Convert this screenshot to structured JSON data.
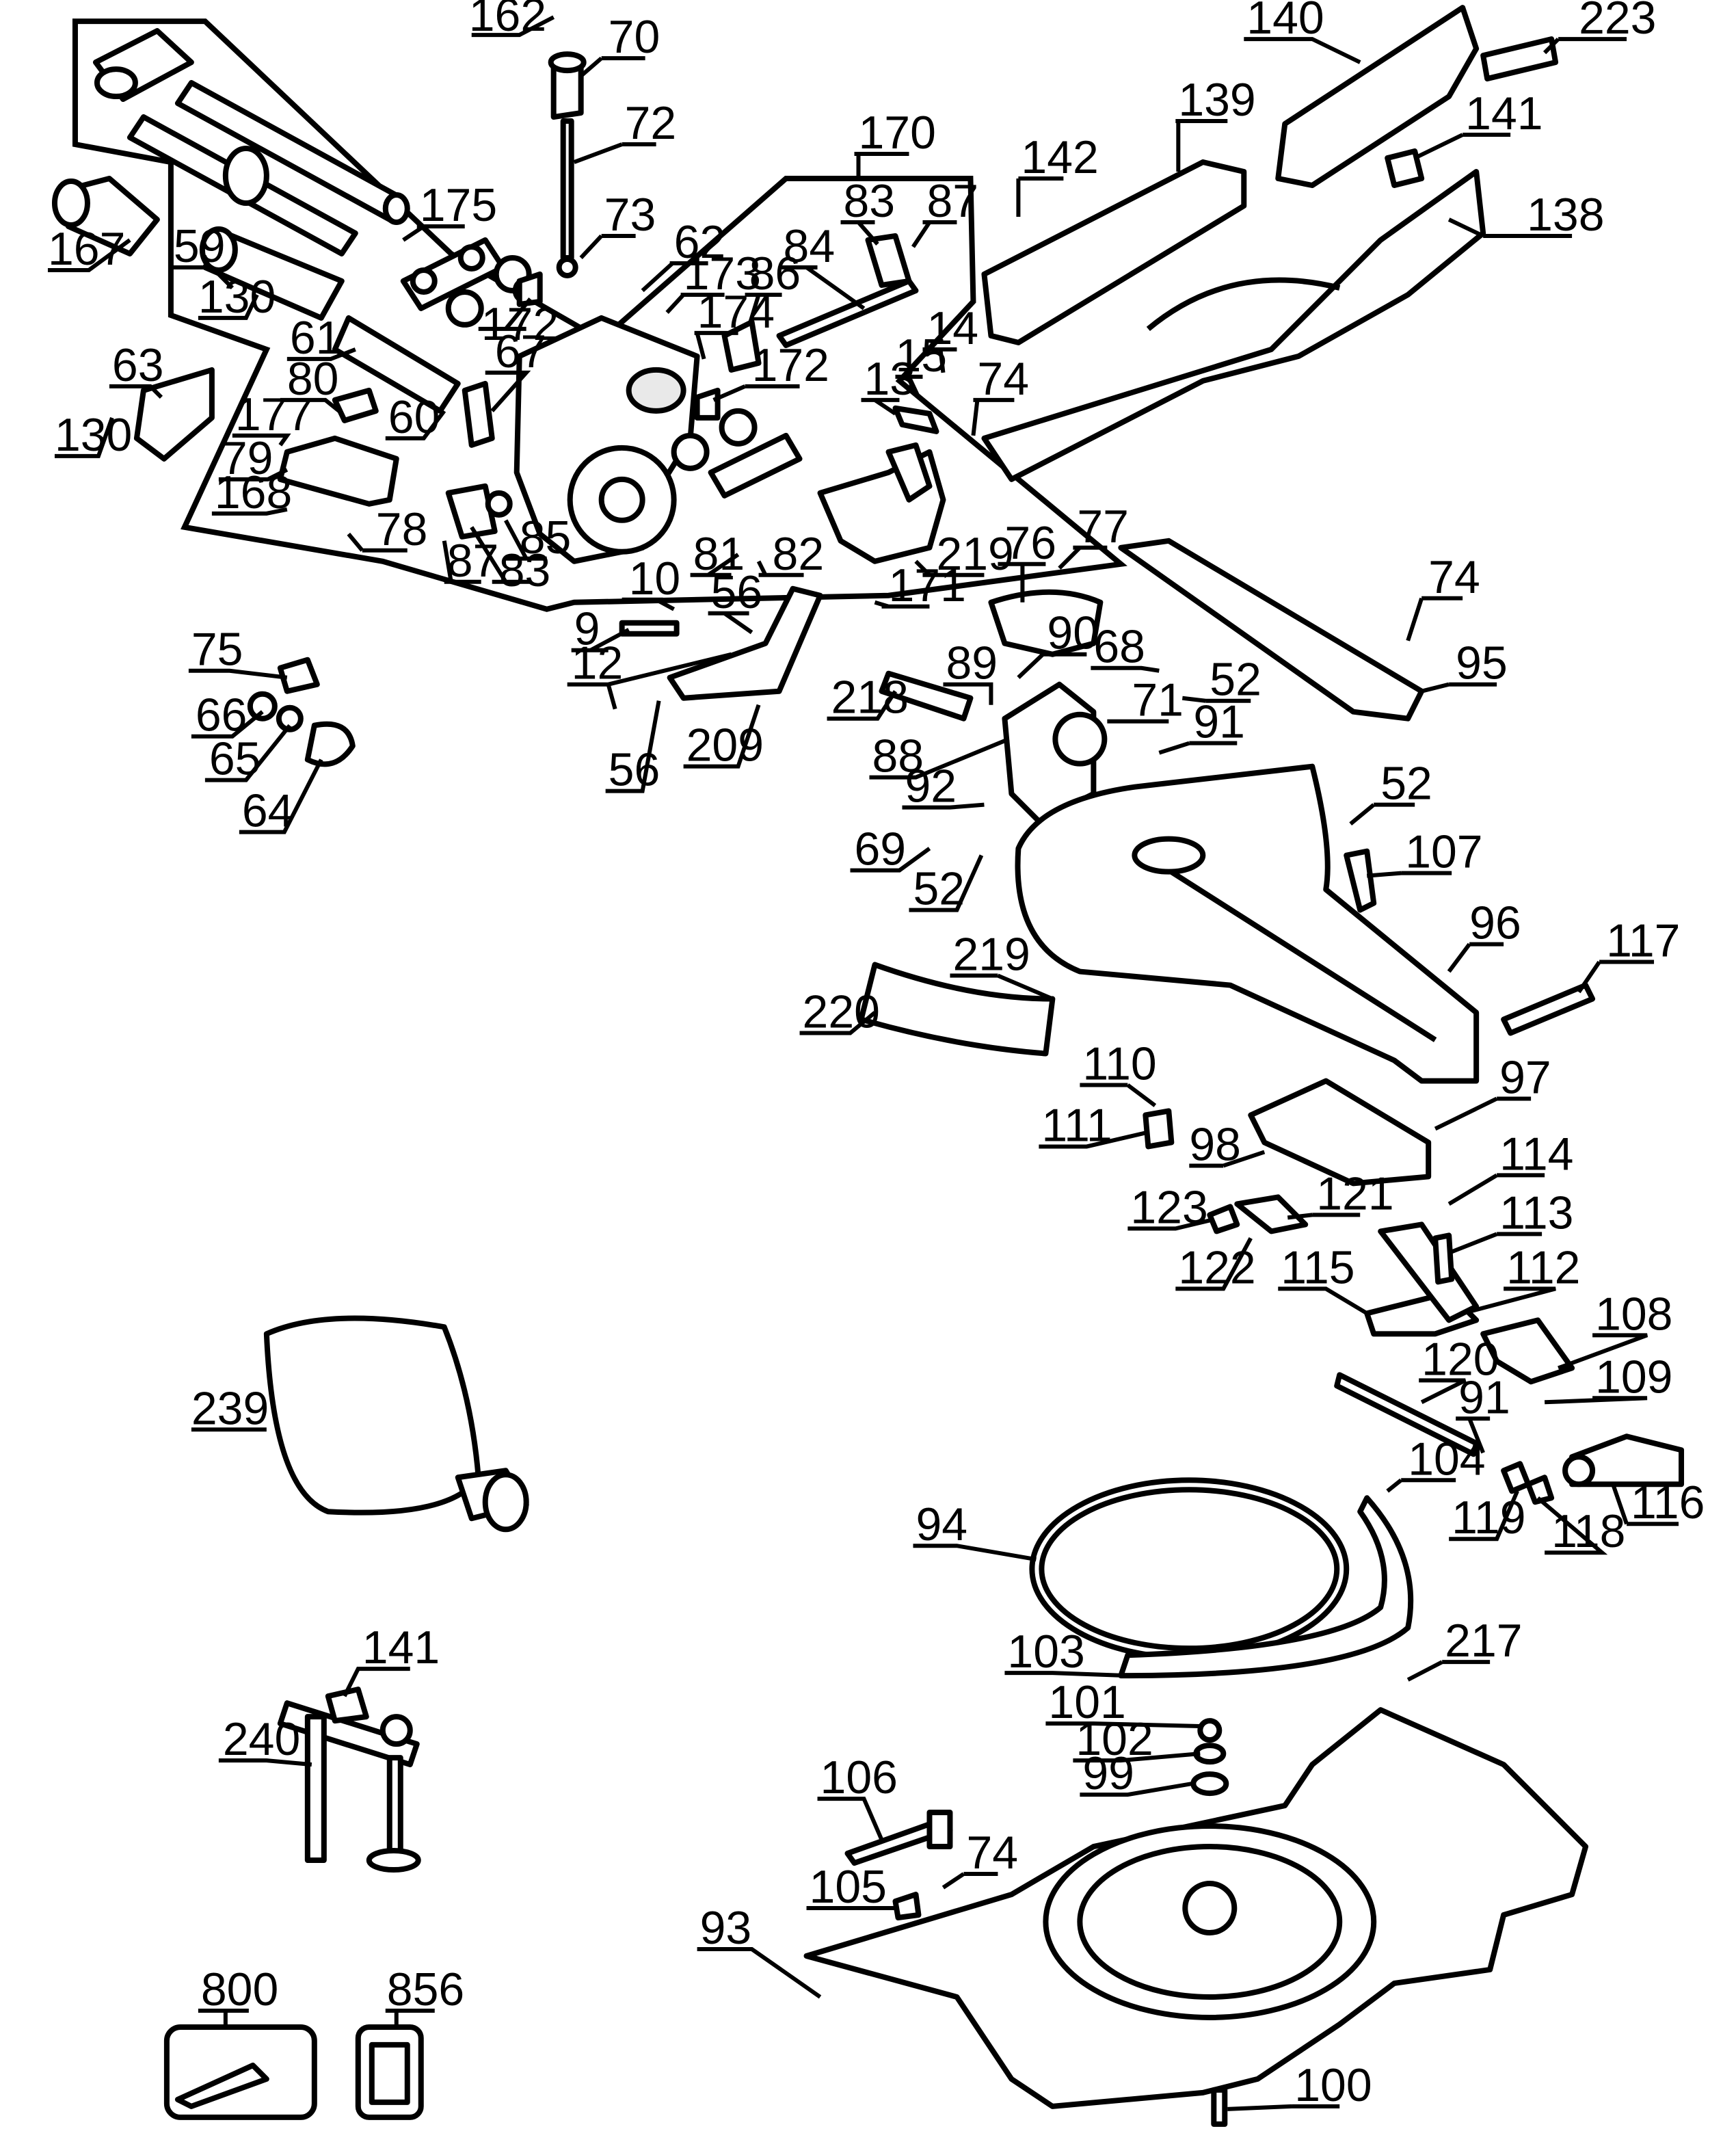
{
  "diagram": {
    "type": "exploded-parts-diagram",
    "callouts": [
      "162",
      "70",
      "72",
      "73",
      "140",
      "223",
      "139",
      "141",
      "142",
      "138",
      "170",
      "83",
      "87",
      "84",
      "86",
      "175",
      "62",
      "173",
      "174",
      "172",
      "14",
      "15",
      "13",
      "74",
      "167",
      "59",
      "130",
      "61",
      "67",
      "60",
      "63",
      "80",
      "177",
      "79",
      "168",
      "78",
      "87b",
      "83b",
      "85",
      "81",
      "82",
      "219",
      "171",
      "76",
      "77",
      "10",
      "9",
      "12",
      "56",
      "209",
      "75",
      "66",
      "65",
      "64",
      "218",
      "89",
      "90",
      "68",
      "52",
      "71",
      "91",
      "88",
      "92",
      "69",
      "52b",
      "107",
      "95",
      "74b",
      "96",
      "117",
      "219b",
      "220",
      "110",
      "111",
      "98",
      "97",
      "123",
      "121",
      "122",
      "114",
      "113",
      "115",
      "112",
      "108",
      "120",
      "91b",
      "109",
      "116",
      "104",
      "119",
      "118",
      "94",
      "239",
      "141b",
      "240",
      "103",
      "217",
      "101",
      "102",
      "99",
      "106",
      "74c",
      "105",
      "93",
      "800",
      "856",
      "100"
    ]
  },
  "labels": {
    "l162": "162",
    "l70": "70",
    "l72": "72",
    "l73": "73",
    "l140": "140",
    "l223": "223",
    "l139": "139",
    "l141": "141",
    "l142": "142",
    "l138": "138",
    "l170": "170",
    "l83": "83",
    "l87": "87",
    "l84": "84",
    "l86": "86",
    "l175": "175",
    "l62": "62",
    "l173": "173",
    "l174": "174",
    "l172a": "172",
    "l172b": "172",
    "l14": "14",
    "l15": "15",
    "l13": "13",
    "l74a": "74",
    "l167": "167",
    "l59": "59",
    "l130a": "130",
    "l130b": "130",
    "l61": "61",
    "l67": "67",
    "l60": "60",
    "l63": "63",
    "l80": "80",
    "l177": "177",
    "l79": "79",
    "l168": "168",
    "l78": "78",
    "l87b": "87",
    "l83b": "83",
    "l85": "85",
    "l81": "81",
    "l82": "82",
    "l219a": "219",
    "l171": "171",
    "l76": "76",
    "l77": "77",
    "l10": "10",
    "l9": "9",
    "l12": "12",
    "l56a": "56",
    "l56b": "56",
    "l209": "209",
    "l75": "75",
    "l66": "66",
    "l65": "65",
    "l64": "64",
    "l218": "218",
    "l89": "89",
    "l90": "90",
    "l68": "68",
    "l52a": "52",
    "l71": "71",
    "l91a": "91",
    "l88": "88",
    "l92": "92",
    "l69": "69",
    "l52b": "52",
    "l52c": "52",
    "l107": "107",
    "l74b": "74",
    "l95": "95",
    "l96": "96",
    "l117": "117",
    "l219b": "219",
    "l220": "220",
    "l110": "110",
    "l111": "111",
    "l98": "98",
    "l97": "97",
    "l114": "114",
    "l123": "123",
    "l121": "121",
    "l113": "113",
    "l122": "122",
    "l115": "115",
    "l112": "112",
    "l108": "108",
    "l120": "120",
    "l91b": "91",
    "l109": "109",
    "l239": "239",
    "l104": "104",
    "l116": "116",
    "l119": "119",
    "l118": "118",
    "l94": "94",
    "l141b": "141",
    "l240": "240",
    "l103": "103",
    "l217": "217",
    "l101": "101",
    "l102": "102",
    "l99": "99",
    "l106": "106",
    "l74c": "74",
    "l105": "105",
    "l93": "93",
    "l800": "800",
    "l856": "856",
    "l100": "100"
  }
}
